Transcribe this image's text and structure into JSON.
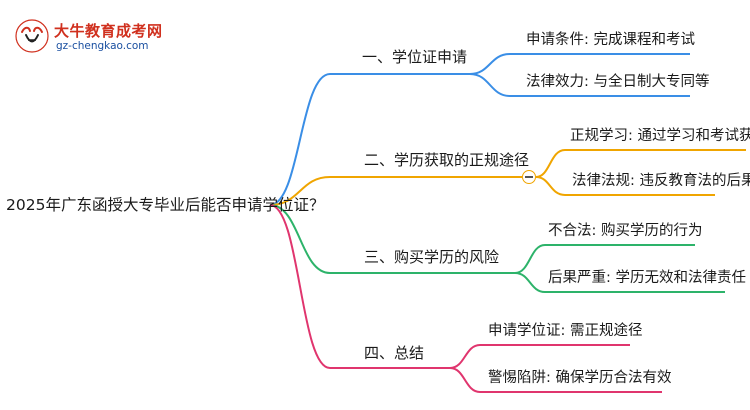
{
  "logo": {
    "title": "大牛教育成考网",
    "url": "gz-chengkao.com",
    "colors": {
      "title": "#d0301e",
      "url": "#1a4fa0"
    }
  },
  "root": {
    "label": "2025年广东函授大专毕业后能否申请学位证？"
  },
  "branches": [
    {
      "label": "一、学位证申请",
      "color": "#3a8ee6",
      "leaves": [
        {
          "label": "申请条件: 完成课程和考试"
        },
        {
          "label": "法律效力: 与全日制大专同等"
        }
      ]
    },
    {
      "label": "二、学历获取的正规途径",
      "color": "#f0a500",
      "collapsed_toggle": true,
      "leaves": [
        {
          "label": "正规学习: 通过学习和考试获得"
        },
        {
          "label": "法律法规: 违反教育法的后果"
        }
      ]
    },
    {
      "label": "三、购买学历的风险",
      "color": "#2db36a",
      "leaves": [
        {
          "label": "不合法: 购买学历的行为"
        },
        {
          "label": "后果严重: 学历无效和法律责任"
        }
      ]
    },
    {
      "label": "四、总结",
      "color": "#e0356e",
      "leaves": [
        {
          "label": "申请学位证: 需正规途径"
        },
        {
          "label": "警惕陷阱: 确保学历合法有效"
        }
      ]
    }
  ]
}
